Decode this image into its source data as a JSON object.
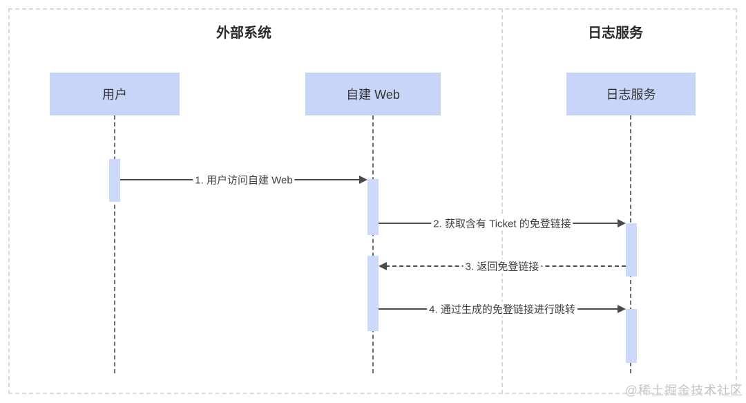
{
  "diagram": {
    "type": "sequence-diagram",
    "groups": [
      {
        "title": "外部系统"
      },
      {
        "title": "日志服务"
      }
    ],
    "participants": [
      {
        "name": "用户"
      },
      {
        "name": "自建 Web"
      },
      {
        "name": "日志服务"
      }
    ],
    "messages": [
      {
        "label": "1. 用户访问自建 Web",
        "from": "用户",
        "to": "自建 Web",
        "style": "solid"
      },
      {
        "label": "2. 获取含有 Ticket 的免登链接",
        "from": "自建 Web",
        "to": "日志服务",
        "style": "solid"
      },
      {
        "label": "3. 返回免登链接",
        "from": "日志服务",
        "to": "自建 Web",
        "style": "dashed"
      },
      {
        "label": "4. 通过生成的免登链接进行跳转",
        "from": "自建 Web",
        "to": "日志服务",
        "style": "solid"
      }
    ],
    "watermark": "@稀土掘金技术社区"
  },
  "colors": {
    "boundary-border": "#d9d9d9",
    "box-fill": "#c8d4f8",
    "activation-fill": "#ccd9fa",
    "line": "#4a4a4a",
    "lifeline": "#6e6e6e",
    "label-color": "#404040",
    "title-color": "#2b2b2b",
    "watermark-color": "#c6c6c6"
  }
}
